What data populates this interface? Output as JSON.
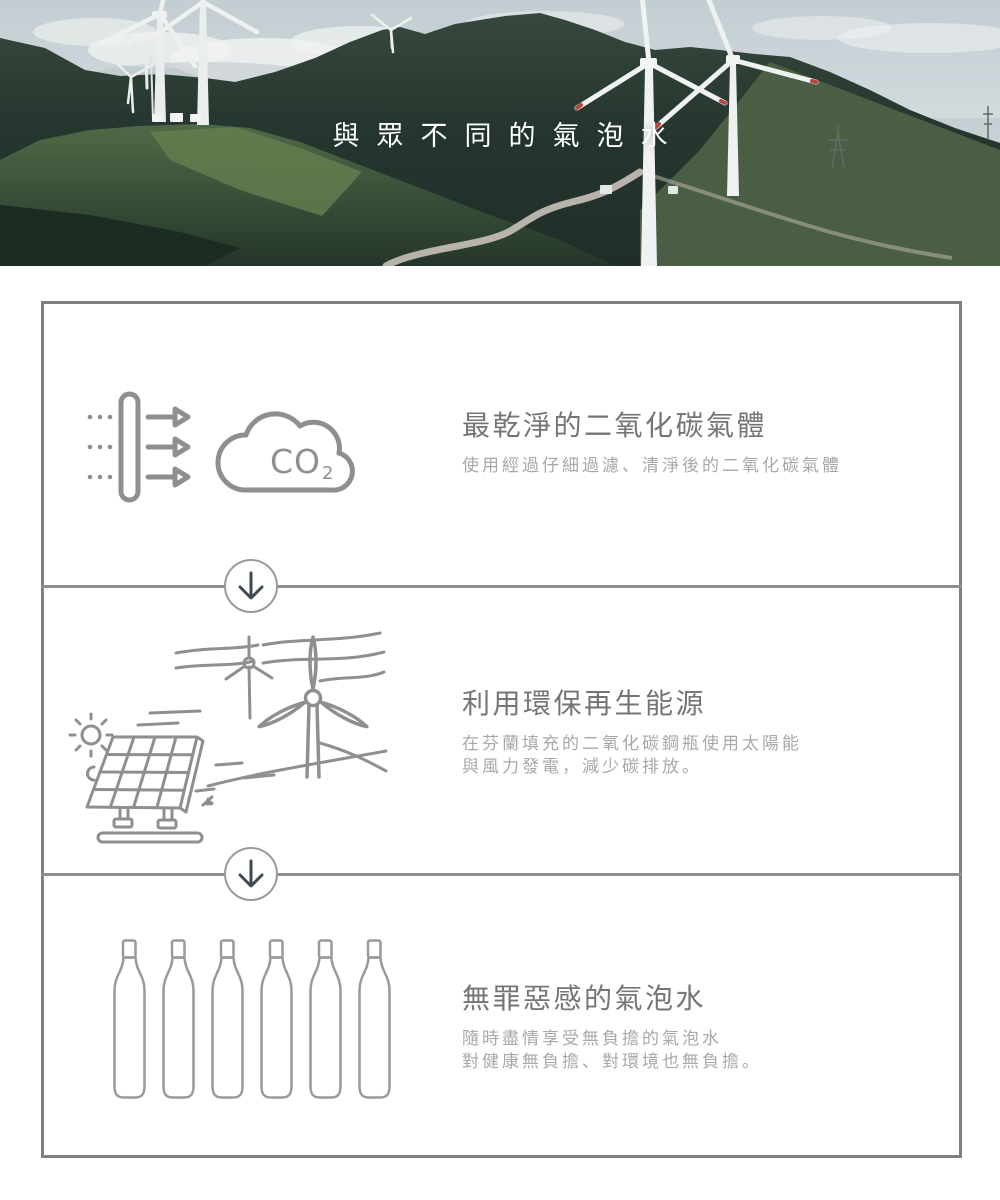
{
  "hero": {
    "title": "與眾不同的氣泡水",
    "description": "wind-turbines-on-green-mountains-photo"
  },
  "sections": [
    {
      "icon": "co2-filter-cloud",
      "heading": "最乾淨的二氧化碳氣體",
      "body_lines": [
        "使用經過仔細過濾、清淨後的二氧化碳氣體"
      ]
    },
    {
      "icon": "renewable-energy-illustration",
      "heading": "利用環保再生能源",
      "body_lines": [
        "在芬蘭填充的二氧化碳鋼瓶使用太陽能",
        "與風力發電，減少碳排放。"
      ]
    },
    {
      "icon": "gas-cylinder-bottles",
      "heading": "無罪惡感的氣泡水",
      "body_lines": [
        "隨時盡情享受無負擔的氣泡水",
        "對健康無負擔、對環境也無負擔。"
      ]
    }
  ],
  "icons": {
    "co2_cloud_text": "CO",
    "co2_cloud_sub": "2"
  },
  "colors": {
    "box_border": "#7f7f7f",
    "heading_text": "#757575",
    "body_text": "#a8a8a8",
    "icon_stroke": "#8f8f8f",
    "divider_line": "#8f8f8f",
    "divider_arrow": "#3e4a52",
    "hero_title": "#ffffff"
  }
}
